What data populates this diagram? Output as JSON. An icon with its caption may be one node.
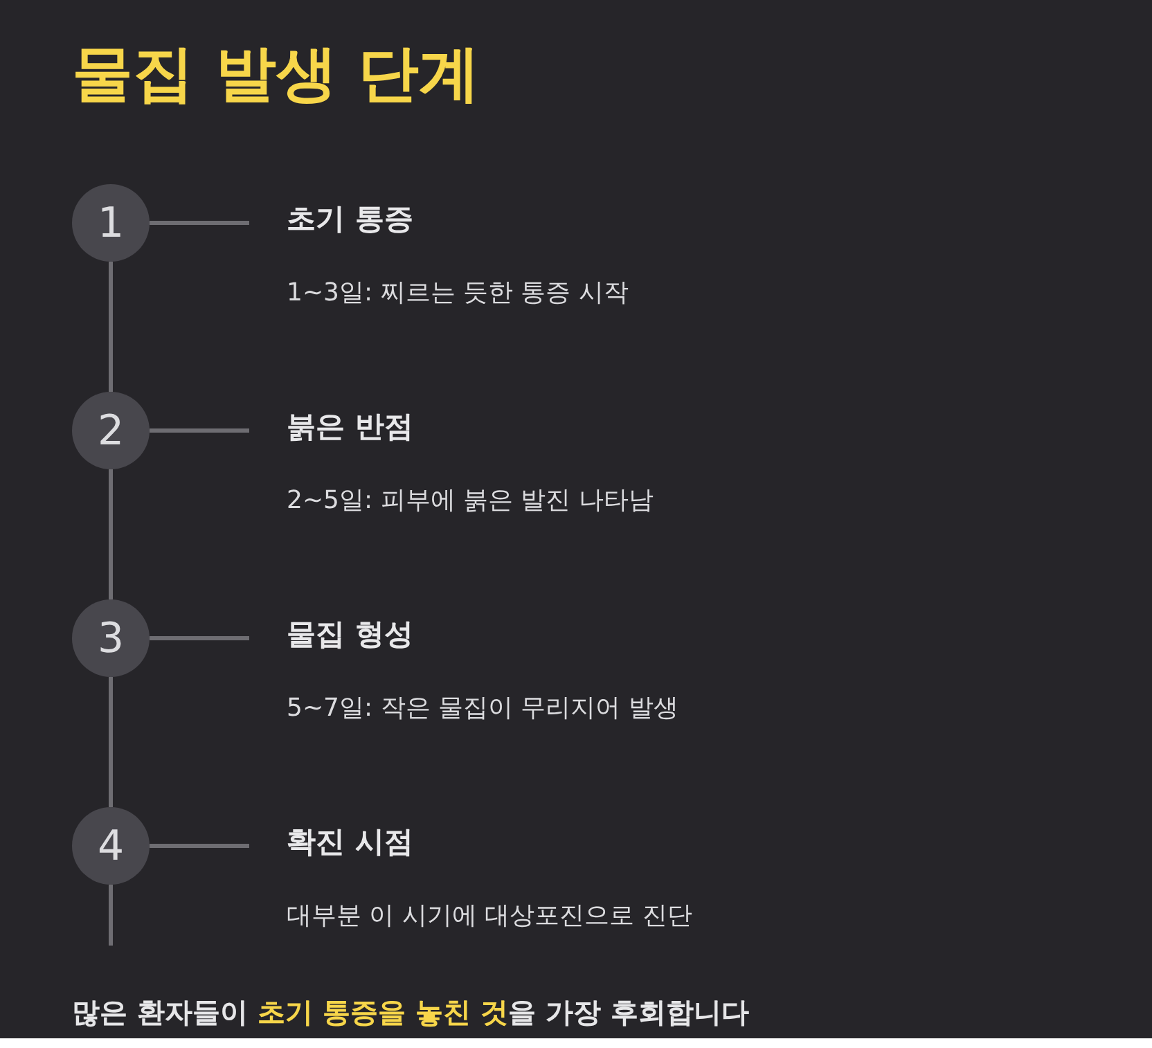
{
  "diagram": {
    "title": "물집 발생 단계",
    "nodes": [
      {
        "text": [
          "1"
        ]
      },
      {
        "text": [
          "초기 통증",
          "1~3일: 찌르는 듯한 통증 시작"
        ]
      },
      {
        "text": [
          "2"
        ]
      },
      {
        "text": [
          "붉은 반점",
          "2~5일: 피부에 붉은 발진 나타남"
        ]
      },
      {
        "text": [
          "3"
        ]
      },
      {
        "text": [
          "물집 형성",
          "5~7일: 작은 물집이 무리지어 발생"
        ]
      },
      {
        "text": [
          "4"
        ]
      },
      {
        "text": [
          "확진 시점",
          "대부분 이 시기에 대상포진으로 진단"
        ]
      }
    ],
    "edges": [
      {
        "from": 0,
        "to": 1,
        "arrow": "none"
      },
      {
        "from": 0,
        "to": 2,
        "arrow": "none"
      },
      {
        "from": 2,
        "to": 3,
        "arrow": "none"
      },
      {
        "from": 2,
        "to": 4,
        "arrow": "none"
      },
      {
        "from": 4,
        "to": 5,
        "arrow": "none"
      },
      {
        "from": 4,
        "to": 6,
        "arrow": "none"
      },
      {
        "from": 6,
        "to": 7,
        "arrow": "none"
      },
      {
        "from": 6,
        "to": null,
        "arrow": "none"
      }
    ],
    "caption": "많은 환자들이 **초기 통증을 놓친 것**을 가장 후회합니다"
  }
}
